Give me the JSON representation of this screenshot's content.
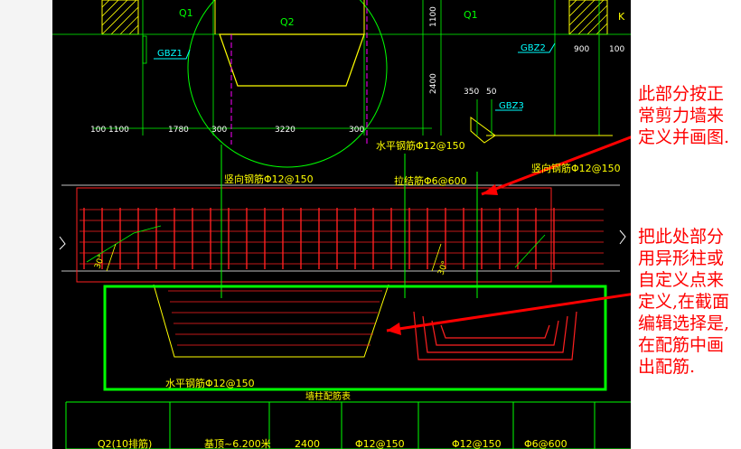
{
  "drawing": {
    "labels": {
      "q1_left": "Q1",
      "q2_top": "Q2",
      "q1_right": "Q1",
      "k_partial": "K",
      "gbz1": "GBZ1",
      "gbz2": "GBZ2",
      "gbz3": "GBZ3"
    },
    "dimensions": {
      "d1100_left": "100",
      "d1100": "1100",
      "d1780": "1780",
      "d300a": "300",
      "d3220": "3220",
      "d300b": "300",
      "d900": "900",
      "d100r": "100",
      "d350": "350",
      "d50": "50",
      "v1100": "1100",
      "v2400": "2400"
    },
    "rebar": {
      "horizontal_top": "水平钢筋Φ12@150",
      "vertical_left": "竖向钢筋Φ12@150",
      "tie": "拉结筋Φ6@600",
      "vertical_right": "竖向钢筋Φ12@150",
      "horizontal_bottom": "水平钢筋Φ12@150",
      "angle_left": "30°",
      "angle_right": "30°"
    },
    "table": {
      "title": "墙柱配筋表",
      "cells": [
        "Q2(10排筋)",
        "基顶~6.200米",
        "2400",
        "Φ12@150",
        "Φ12@150",
        "Φ6@600"
      ]
    }
  },
  "annotations": {
    "note1": "此部分按正常剪力墙来定义并画图.",
    "note2": "把此处部分用异形柱或自定义点来定义,在截面编辑选择是,在配筋中画出配筋."
  },
  "colors": {
    "background": "#000000",
    "annotation": "#ff0000",
    "highlight_box": "#00ff00",
    "text_yellow": "#ffff00",
    "dim_green": "#00ff00"
  }
}
